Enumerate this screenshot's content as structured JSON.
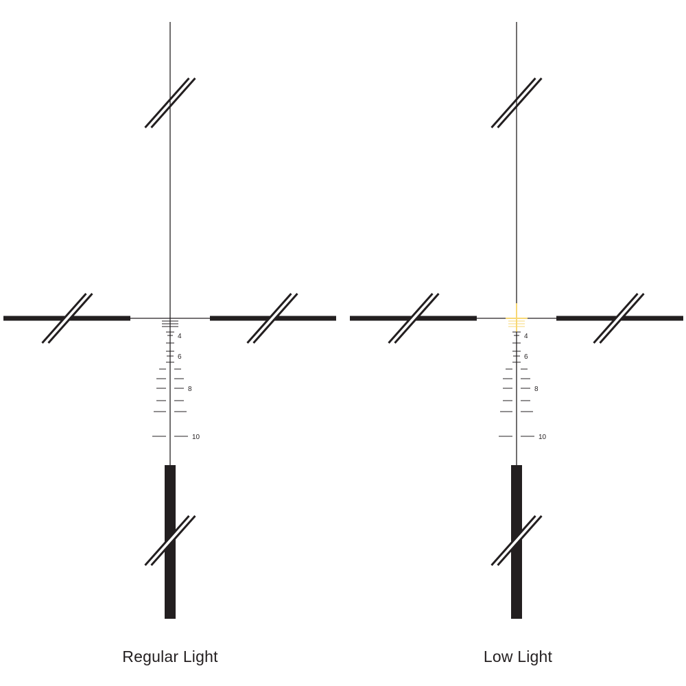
{
  "reticles": [
    {
      "caption": "Regular Light",
      "center_color": "#231f20",
      "stadia_labels": [
        "4",
        "6",
        "8",
        "10"
      ]
    },
    {
      "caption": "Low Light",
      "center_color": "#f7d774",
      "stadia_labels": [
        "4",
        "6",
        "8",
        "10"
      ]
    }
  ],
  "colors": {
    "ink": "#231f20",
    "illumination": "#f7d774",
    "background": "#ffffff"
  }
}
